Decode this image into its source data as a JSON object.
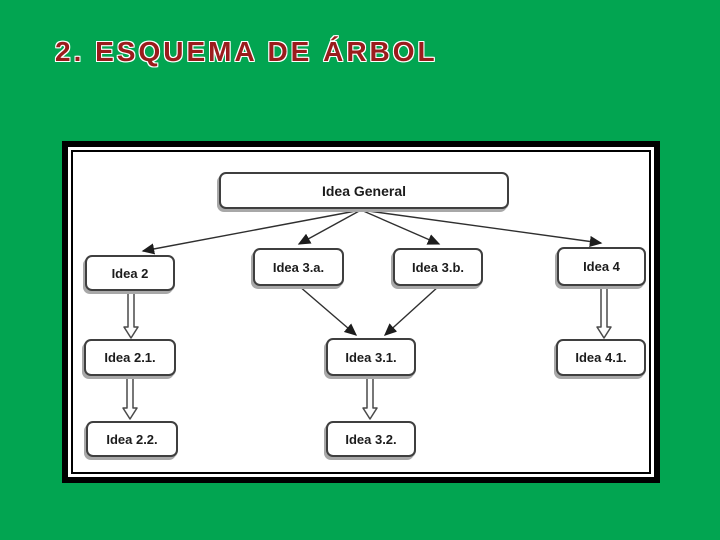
{
  "title": "2. ESQUEMA DE ÁRBOL",
  "colors": {
    "background": "#02a551",
    "title_color": "#9a1c1c",
    "panel_border": "#000000",
    "node_border": "#3f3f3f",
    "arrow": "#2f2f2f"
  },
  "diagram": {
    "type": "tree",
    "nodes": [
      {
        "id": "idea-general",
        "label": "Idea General"
      },
      {
        "id": "idea-2",
        "label": "Idea 2"
      },
      {
        "id": "idea-3a",
        "label": "Idea 3.a."
      },
      {
        "id": "idea-3b",
        "label": "Idea 3.b."
      },
      {
        "id": "idea-4",
        "label": "Idea 4"
      },
      {
        "id": "idea-2-1",
        "label": "Idea 2.1."
      },
      {
        "id": "idea-3-1",
        "label": "Idea 3.1."
      },
      {
        "id": "idea-4-1",
        "label": "Idea 4.1."
      },
      {
        "id": "idea-2-2",
        "label": "Idea 2.2."
      },
      {
        "id": "idea-3-2",
        "label": "Idea 3.2."
      }
    ],
    "edges": [
      {
        "from": "Idea General",
        "to": "Idea 2",
        "style": "solid-arrow"
      },
      {
        "from": "Idea General",
        "to": "Idea 3.a.",
        "style": "solid-arrow"
      },
      {
        "from": "Idea General",
        "to": "Idea 3.b.",
        "style": "solid-arrow"
      },
      {
        "from": "Idea General",
        "to": "Idea 4",
        "style": "solid-arrow"
      },
      {
        "from": "Idea 3.a.",
        "to": "Idea 3.1.",
        "style": "solid-arrow"
      },
      {
        "from": "Idea 3.b.",
        "to": "Idea 3.1.",
        "style": "solid-arrow"
      },
      {
        "from": "Idea 2",
        "to": "Idea 2.1.",
        "style": "hollow-arrow"
      },
      {
        "from": "Idea 2.1.",
        "to": "Idea 2.2.",
        "style": "hollow-arrow"
      },
      {
        "from": "Idea 3.1.",
        "to": "Idea 3.2.",
        "style": "hollow-arrow"
      },
      {
        "from": "Idea 4",
        "to": "Idea 4.1.",
        "style": "hollow-arrow"
      }
    ]
  }
}
